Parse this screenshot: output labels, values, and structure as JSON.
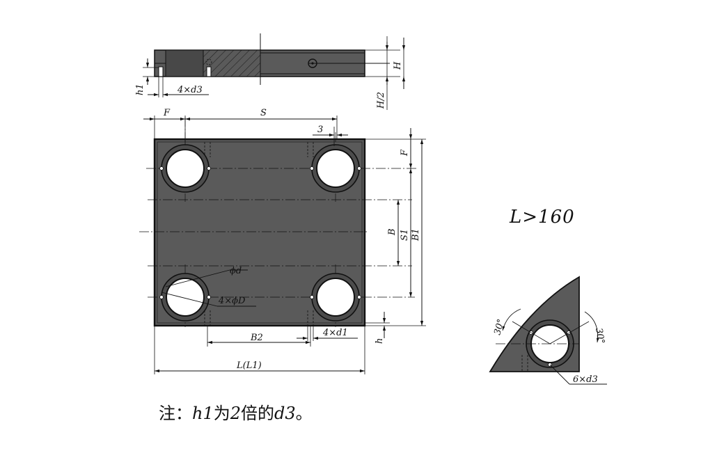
{
  "labels": {
    "h1": "h1",
    "four_d3": "4×d3",
    "H": "H",
    "H_half": "H/2",
    "F_top": "F",
    "S": "S",
    "three": "3",
    "F_side": "F",
    "B": "B",
    "S1": "S1",
    "B1": "B1",
    "phi_d": "ϕd",
    "four_phi_D": "4×ϕD",
    "B2": "B2",
    "four_d1": "4×d1",
    "h": "h",
    "L_L1": "L(L1)",
    "condition": "L>160",
    "angle_left": "30°",
    "angle_right": "30°",
    "six_d3": "6×d3"
  },
  "note": {
    "prefix": "注：",
    "h1": "h1",
    "mid1": "为",
    "two": "2",
    "mid2": "倍的",
    "d3": "d3",
    "suffix": "。"
  },
  "colors": {
    "plate": "#5a5a5a",
    "line": "#111111",
    "hole": "#ffffff"
  }
}
